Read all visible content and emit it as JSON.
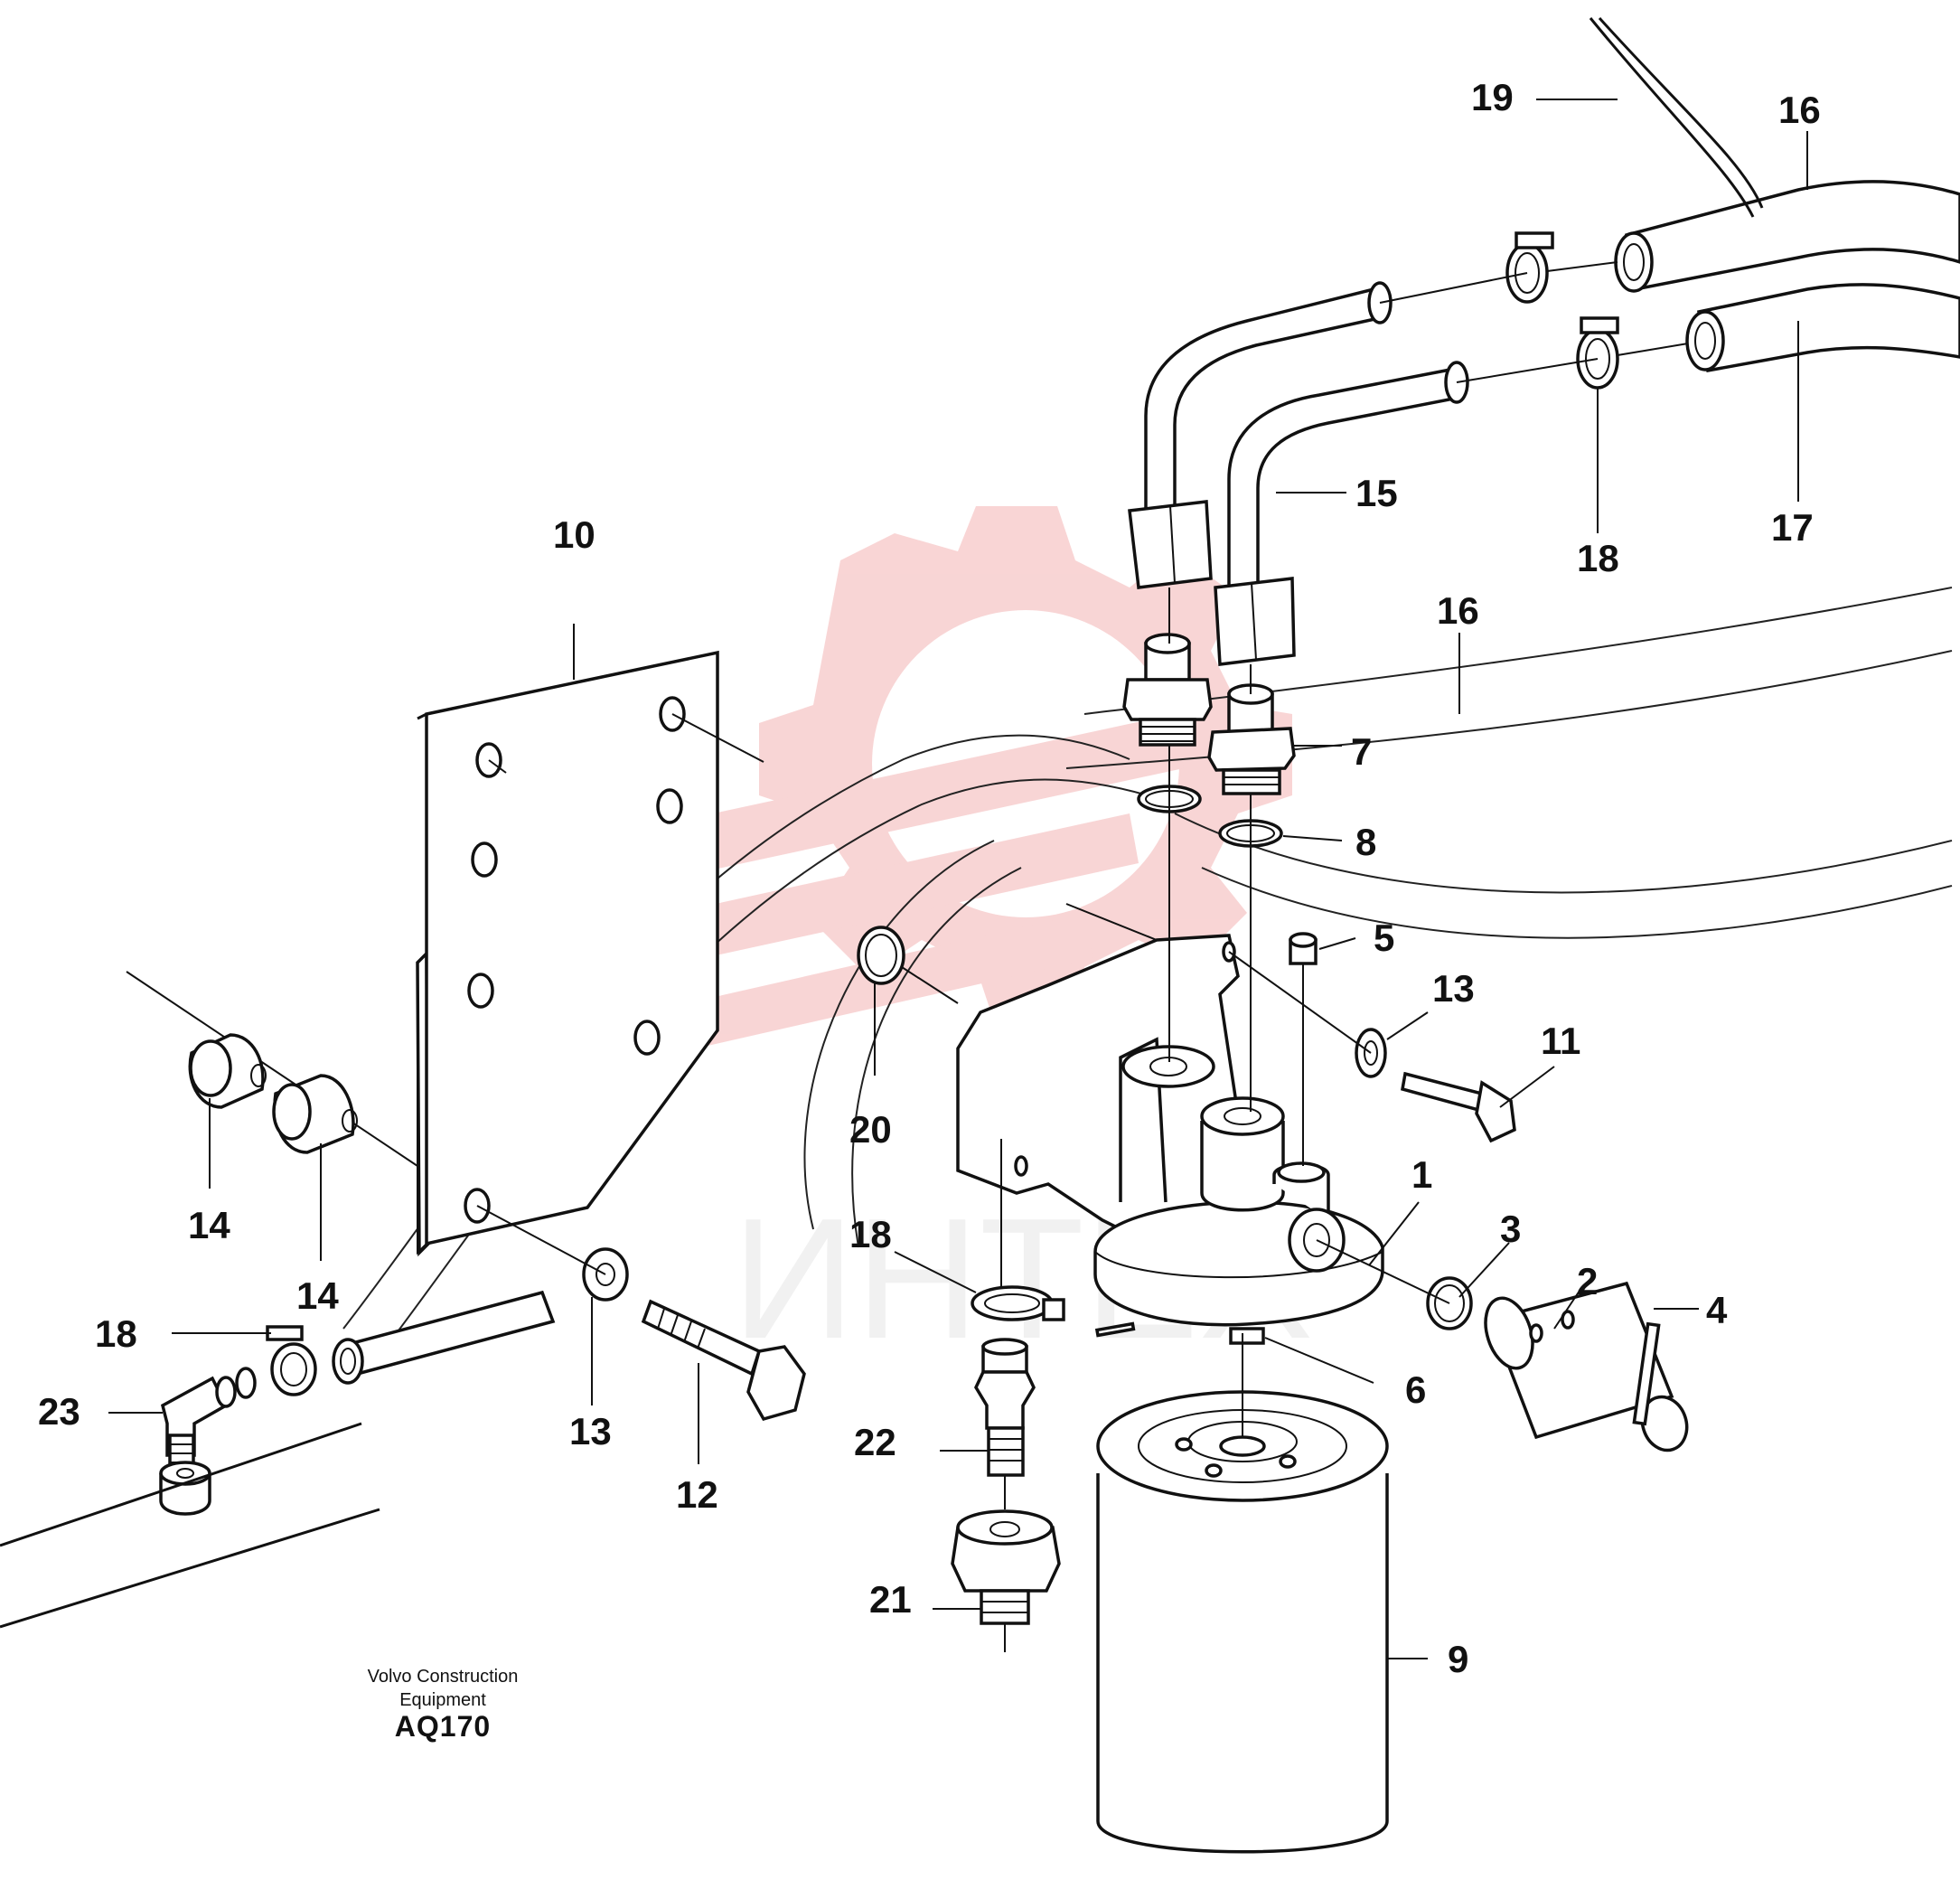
{
  "publisher": {
    "line1": "Volvo Construction",
    "line2": "Equipment",
    "code": "AQ170"
  },
  "watermark": {
    "text": "ИНТЕХ",
    "color": "#f3a3a3"
  },
  "callouts": {
    "c1": "1",
    "c2": "2",
    "c3": "3",
    "c4": "4",
    "c5": "5",
    "c6": "6",
    "c7": "7",
    "c8": "8",
    "c9": "9",
    "c10": "10",
    "c11": "11",
    "c12": "12",
    "c13a": "13",
    "c13b": "13",
    "c14a": "14",
    "c14b": "14",
    "c15": "15",
    "c16a": "16",
    "c16b": "16",
    "c17": "17",
    "c18a": "18",
    "c18b": "18",
    "c18c": "18",
    "c19": "19",
    "c20": "20",
    "c21": "21",
    "c22": "22",
    "c23": "23"
  }
}
